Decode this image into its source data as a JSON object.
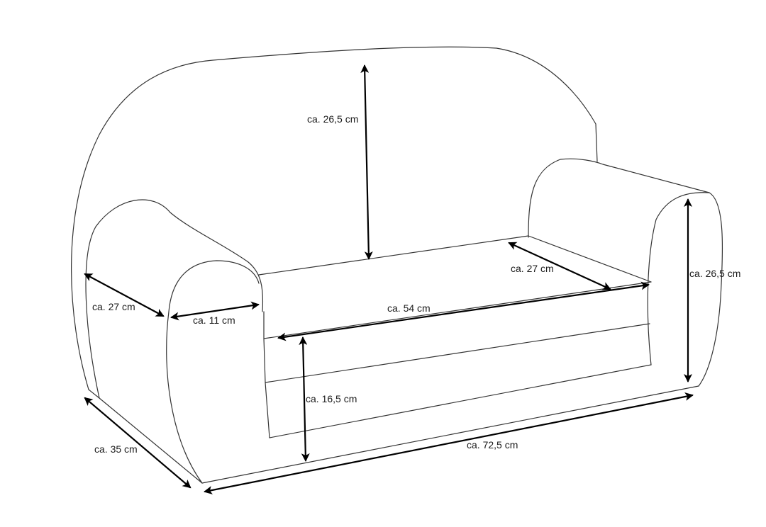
{
  "dimensions": {
    "backrest_height": "ca. 26,5 cm",
    "armrest_height": "ca. 26,5 cm",
    "seat_depth": "ca. 27 cm",
    "armrest_depth": "ca. 27 cm",
    "armrest_width": "ca. 11 cm",
    "seat_width": "ca. 54 cm",
    "seat_height": "ca. 16,5 cm",
    "total_depth": "ca. 35 cm",
    "total_width": "ca. 72,5 cm"
  },
  "colors": {
    "background": "#ffffff",
    "outline": "#333333",
    "arrow": "#000000",
    "text": "#1a1a1a"
  }
}
